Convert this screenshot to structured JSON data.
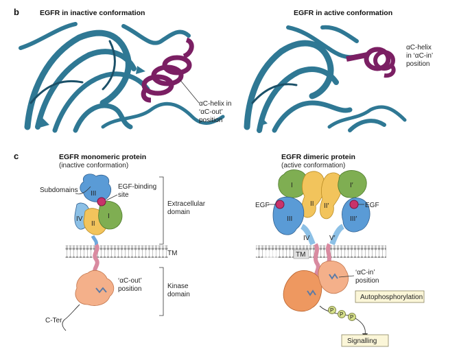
{
  "panel_b": {
    "letter": "b",
    "inactive_title": "EGFR in inactive conformation",
    "active_title": "EGFR in active conformation",
    "inactive_helix": [
      "αC-helix in",
      "‘αC-out’",
      "position"
    ],
    "active_helix": [
      "αC-helix",
      "in ‘αC-in’",
      "position"
    ]
  },
  "panel_c": {
    "letter": "c",
    "mono_title": "EGFR monomeric protein",
    "mono_subtitle": "(inactive conformation)",
    "dimer_title": "EGFR dimeric protein",
    "dimer_subtitle": "(active conformation)",
    "subdomains": "Subdomains",
    "egf_binding": [
      "EGF-binding",
      "site"
    ],
    "extracellular": [
      "Extracellular",
      "domain"
    ],
    "tm": "TM",
    "kinase": [
      "Kinase",
      "domain"
    ],
    "ac_out": [
      "‘αC-out’",
      "position"
    ],
    "cter": "C-Ter",
    "mono_domains": {
      "I": "I",
      "II": "II",
      "III": "III",
      "IV": "IV"
    },
    "dimer_domains": {
      "I": "I",
      "I2": "I′",
      "II": "II",
      "II2": "II′",
      "III": "III",
      "III2": "III′",
      "IV": "IV",
      "IV2": "V′"
    },
    "egf": "EGF",
    "tm_dimer": "TM",
    "ac_in": [
      "‘αC-in’",
      "position"
    ],
    "autophos": "Autophosphorylation",
    "signalling": "Signalling",
    "phospho": "P"
  },
  "colors": {
    "ribbon": "#2f7894",
    "helix": "#7b1f63",
    "domain_I": "#7fae52",
    "domain_II": "#f2c45c",
    "domain_III": "#5a9bd6",
    "domain_IV": "#8cc0e6",
    "kinase": "#f4b08a",
    "kinase_dimer": "#ee9860",
    "tm_helix": "#d98aa0",
    "egf": "#c8336a",
    "phospho": "#d6e08a",
    "box": "#fbf6d8"
  }
}
